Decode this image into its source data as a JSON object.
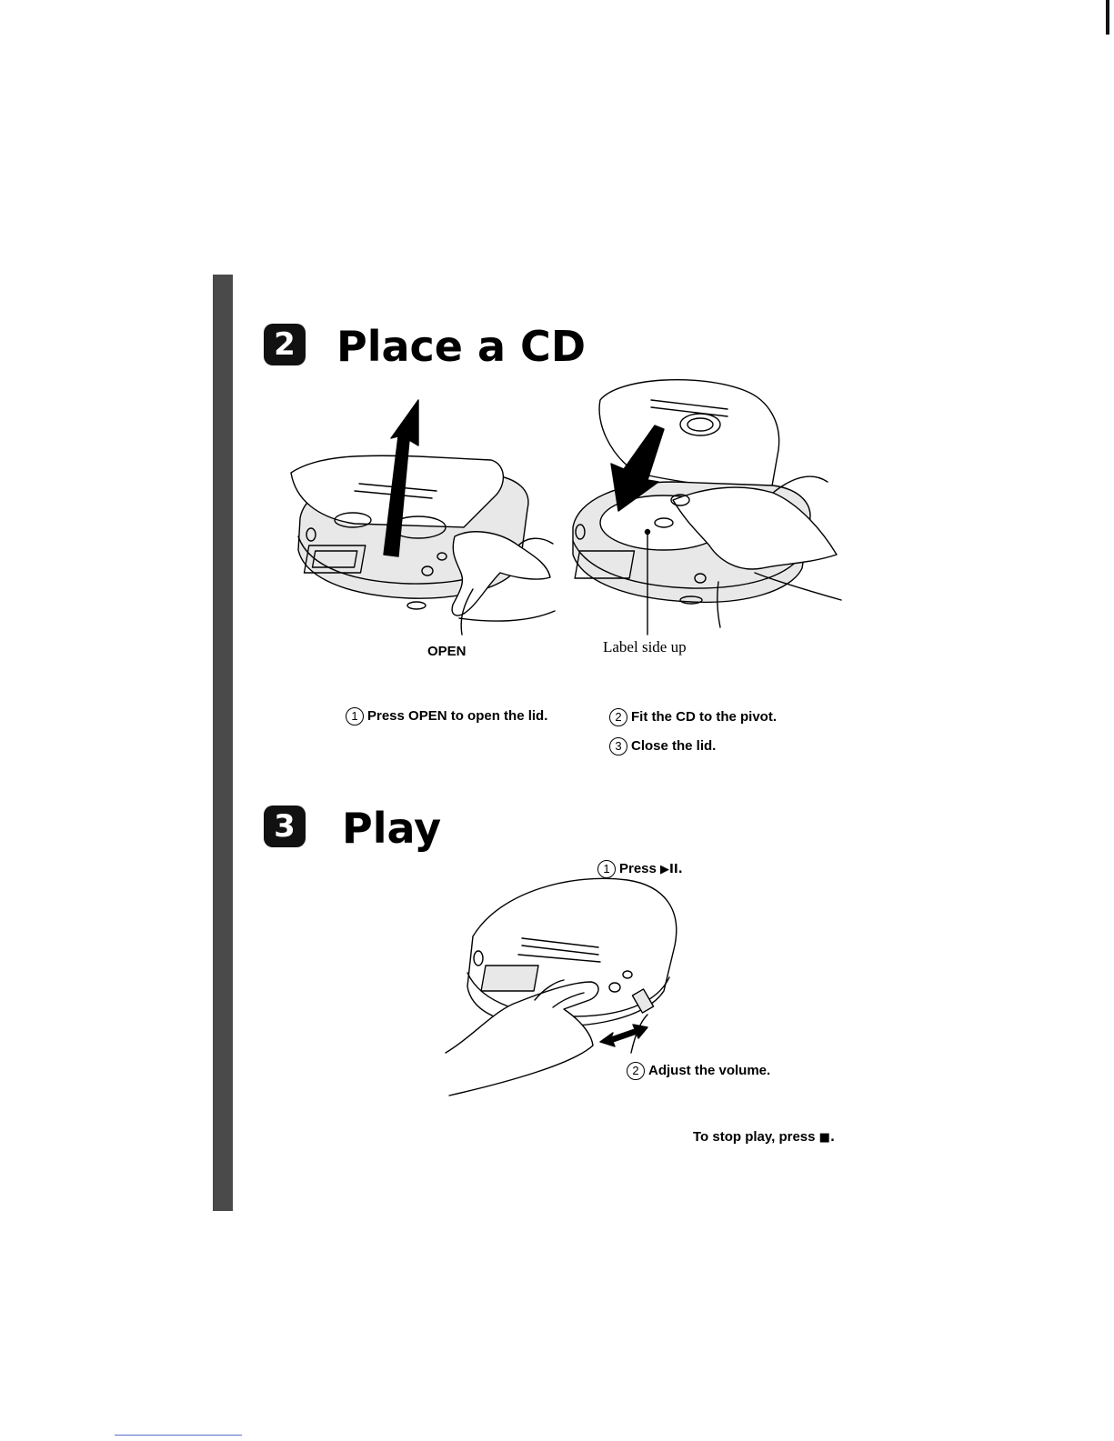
{
  "section_place": {
    "number": "2",
    "title": "Place a CD",
    "labels": {
      "open": "OPEN",
      "label_side": "Label side up"
    },
    "steps": {
      "step1": {
        "num": "1",
        "text": "Press OPEN to open the lid."
      },
      "step2": {
        "num": "2",
        "text": "Fit the CD to the pivot."
      },
      "step3": {
        "num": "3",
        "text": "Close the lid."
      }
    }
  },
  "section_play": {
    "number": "3",
    "title": "Play",
    "steps": {
      "step1": {
        "num": "1",
        "text": "Press",
        "symbol": "▶II."
      },
      "step2": {
        "num": "2",
        "text": "Adjust the volume."
      }
    },
    "stop_note": {
      "text": "To stop play, press",
      "symbol": "■."
    }
  },
  "icons": {
    "up_arrow": "arrow-up-icon",
    "down_arrow": "arrow-down-icon",
    "double_arrow": "double-arrow-icon"
  }
}
